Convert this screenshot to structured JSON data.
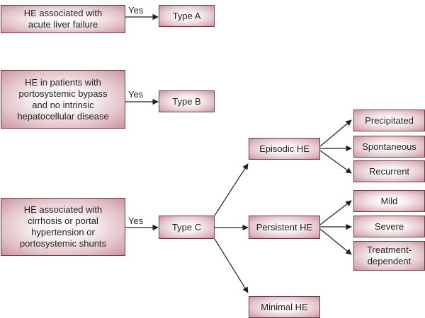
{
  "diagram": {
    "nodes": [
      {
        "id": "he-alf",
        "label": "HE associated with\nacute liver failure"
      },
      {
        "id": "type-a",
        "label": "Type A"
      },
      {
        "id": "he-bypass",
        "label": "HE in patients with\nportosystemic bypass\nand no intrinsic\nhepatocellular disease"
      },
      {
        "id": "type-b",
        "label": "Type B"
      },
      {
        "id": "he-cirrhosis",
        "label": "HE associated with\ncirrhosis or portal\nhypertension or\nportosystemic shunts"
      },
      {
        "id": "type-c",
        "label": "Type C"
      },
      {
        "id": "episodic",
        "label": "Episodic HE"
      },
      {
        "id": "persistent",
        "label": "Persistent HE"
      },
      {
        "id": "minimal",
        "label": "Minimal HE"
      },
      {
        "id": "precipitated",
        "label": "Precipitated"
      },
      {
        "id": "spontaneous",
        "label": "Spontaneous"
      },
      {
        "id": "recurrent",
        "label": "Recurrent"
      },
      {
        "id": "mild",
        "label": "Mild"
      },
      {
        "id": "severe",
        "label": "Severe"
      },
      {
        "id": "treatment",
        "label": "Treatment-\ndependent"
      }
    ],
    "edges": [
      {
        "from": "he-alf",
        "to": "type-a",
        "label": "Yes"
      },
      {
        "from": "he-bypass",
        "to": "type-b",
        "label": "Yes"
      },
      {
        "from": "he-cirrhosis",
        "to": "type-c",
        "label": "Yes"
      },
      {
        "from": "type-c",
        "to": "episodic",
        "label": ""
      },
      {
        "from": "type-c",
        "to": "persistent",
        "label": ""
      },
      {
        "from": "type-c",
        "to": "minimal",
        "label": ""
      },
      {
        "from": "episodic",
        "to": "precipitated",
        "label": ""
      },
      {
        "from": "episodic",
        "to": "spontaneous",
        "label": ""
      },
      {
        "from": "episodic",
        "to": "recurrent",
        "label": ""
      },
      {
        "from": "persistent",
        "to": "mild",
        "label": ""
      },
      {
        "from": "persistent",
        "to": "severe",
        "label": ""
      },
      {
        "from": "persistent",
        "to": "treatment",
        "label": ""
      }
    ],
    "colors": {
      "box_border": "#6b3b45",
      "box_edge_tint": "#c9949e",
      "line": "#231f20",
      "text": "#231f20"
    }
  }
}
